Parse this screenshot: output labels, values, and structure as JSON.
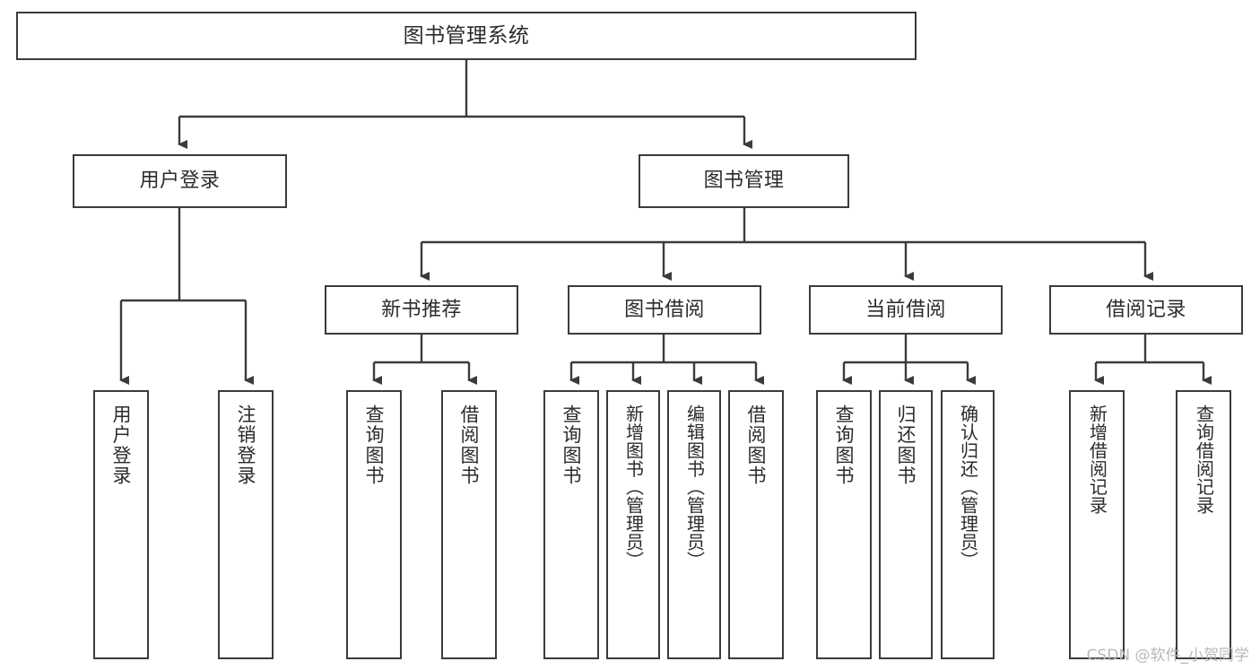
{
  "diagram": {
    "type": "tree-hierarchy",
    "title": "图书管理系统",
    "watermark": "CSDN @软件_小贺同学",
    "colors": {
      "background": "#ffffff",
      "box_border": "#3b3b3b",
      "box_fill": "#ffffff",
      "text": "#2b2b2b",
      "connector": "#3b3b3b",
      "watermark": "#b9b9b9"
    },
    "root": {
      "label": "图书管理系统"
    },
    "level1": [
      {
        "label": "用户登录"
      },
      {
        "label": "图书管理"
      }
    ],
    "level2": [
      {
        "label": "新书推荐"
      },
      {
        "label": "图书借阅"
      },
      {
        "label": "当前借阅"
      },
      {
        "label": "借阅记录"
      }
    ],
    "leaves": {
      "user_login": [
        {
          "label": "用户登录"
        },
        {
          "label": "注销登录"
        }
      ],
      "new_book_recommend": [
        {
          "label": "查询图书"
        },
        {
          "label": "借阅图书"
        }
      ],
      "book_borrow": [
        {
          "label": "查询图书"
        },
        {
          "label": "新增图书（管理员）"
        },
        {
          "label": "编辑图书（管理员）"
        },
        {
          "label": "借阅图书"
        }
      ],
      "current_borrow": [
        {
          "label": "查询图书"
        },
        {
          "label": "归还图书"
        },
        {
          "label": "确认归还（管理员）"
        }
      ],
      "borrow_record": [
        {
          "label": "新增借阅记录"
        },
        {
          "label": "查询借阅记录"
        }
      ]
    }
  }
}
